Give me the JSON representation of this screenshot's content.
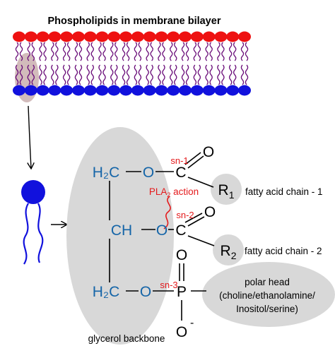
{
  "title": "Phospholipids in membrane bilayer",
  "membrane": {
    "heads_per_layer": 20
  },
  "molecule": {
    "carbons": [
      "H₂C",
      "CH",
      "H₂C"
    ],
    "ester_oxygens": [
      "O",
      "O",
      "O"
    ],
    "carbonyl_carbons": [
      "C",
      "C"
    ],
    "carbonyl_oxygens": [
      "O",
      "O"
    ],
    "phosphorus": "P",
    "phosphate_oxygen_top": "O",
    "phosphate_oxygen_bottom": "O",
    "phosphate_charge": "-",
    "r_groups": [
      {
        "letter": "R",
        "sub": "1"
      },
      {
        "letter": "R",
        "sub": "2"
      }
    ]
  },
  "positions": [
    "sn-1",
    "sn-2",
    "sn-3"
  ],
  "pla2_label": {
    "text": "PLA",
    "sub": "2",
    "suffix": " action"
  },
  "labels": {
    "fatty_acid_1": "fatty acid chain - 1",
    "fatty_acid_2": "fatty acid chain - 2",
    "polar_head_title": "polar head",
    "polar_head_line2": "(choline/ethanolamine/",
    "polar_head_line3": "Inositol/serine)",
    "glycerol_backbone": "glycerol backbone"
  },
  "colors": {
    "head_top": "#ee1111",
    "head_bottom": "#1111dd",
    "tail": "#6b0f7a",
    "atom": "#1565a8",
    "annotation": "#e41a1c",
    "bubble": "#d8d8d8",
    "highlight": "#cdb4b4",
    "ink": "#000000"
  }
}
